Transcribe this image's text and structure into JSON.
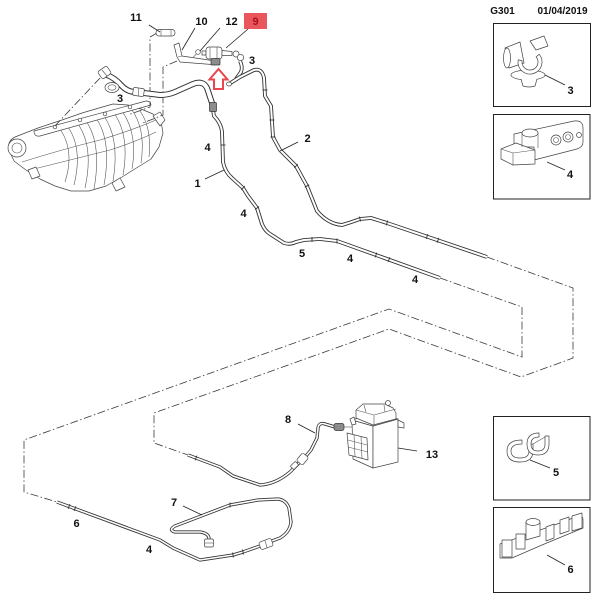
{
  "header": {
    "diagram_code": "G301",
    "date": "01/04/2019"
  },
  "diagram": {
    "selected_callout": "9",
    "callouts": [
      {
        "label": "11"
      },
      {
        "label": "10"
      },
      {
        "label": "12"
      },
      {
        "label": "9",
        "highlighted": true
      },
      {
        "label": "3"
      },
      {
        "label": "3"
      },
      {
        "label": "4"
      },
      {
        "label": "2"
      },
      {
        "label": "1"
      },
      {
        "label": "4"
      },
      {
        "label": "5"
      },
      {
        "label": "4"
      },
      {
        "label": "4"
      },
      {
        "label": "8"
      },
      {
        "label": "13"
      },
      {
        "label": "7"
      },
      {
        "label": "6"
      },
      {
        "label": "4"
      }
    ],
    "position_marker": {
      "icon": "up-arrow-outline-icon"
    }
  },
  "insets": [
    {
      "label": "3"
    },
    {
      "label": "4"
    },
    {
      "label": "5"
    },
    {
      "label": "6"
    }
  ],
  "colors": {
    "background": "#ffffff",
    "line": "#333333",
    "text": "#111111",
    "highlight_fill": "#e9575c",
    "highlight_text": "#a8121c",
    "marker": "#e8474e"
  }
}
